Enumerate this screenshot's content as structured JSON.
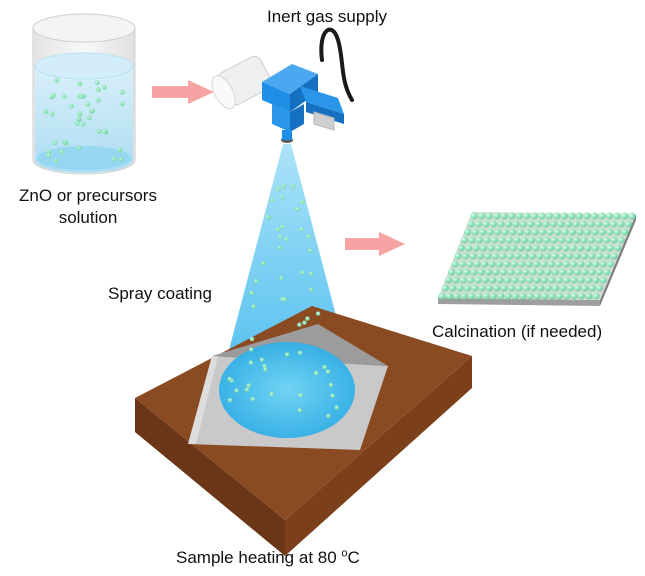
{
  "labels": {
    "solution_line1": "ZnO or precursors",
    "solution_line2": "solution",
    "gas_supply": "Inert gas supply",
    "spray_coating": "Spray coating",
    "calcination": "Calcination (if needed)",
    "heating_prefix": "Sample heating at 80 ",
    "heating_degree": "o",
    "heating_unit": "C"
  },
  "colors": {
    "liquid": "#bfe6f5",
    "droplet": "#7fe0b0",
    "arrow": "#f6a3a3",
    "spray_gun": "#1f8ee6",
    "spray_cone": "#5ec8f0",
    "hotplate_top": "#8a4a22",
    "hotplate_side": "#6b3517",
    "substrate": "#bdbdbd",
    "film_particle": "#6fdba6"
  },
  "icons": {
    "beaker": "beaker-icon",
    "spray_gun": "spray-gun-icon",
    "hotplate": "hotplate-icon",
    "coated_film": "coated-film-icon"
  }
}
